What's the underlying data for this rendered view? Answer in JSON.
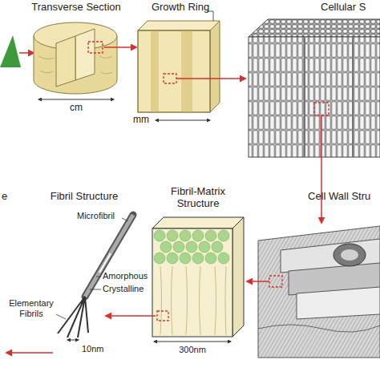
{
  "diagram": {
    "labels": [
      "Transverse Section",
      "Growth Ring",
      "Cellular S",
      "cm",
      "mm",
      "e",
      "Fibril Structure",
      "Microfibril",
      "Amorphous",
      "Crystalline",
      "Elementary Fibrils",
      "10nm",
      "Fibril-Matrix Structure",
      "300nm",
      "Cell Wall Stru"
    ]
  }
}
